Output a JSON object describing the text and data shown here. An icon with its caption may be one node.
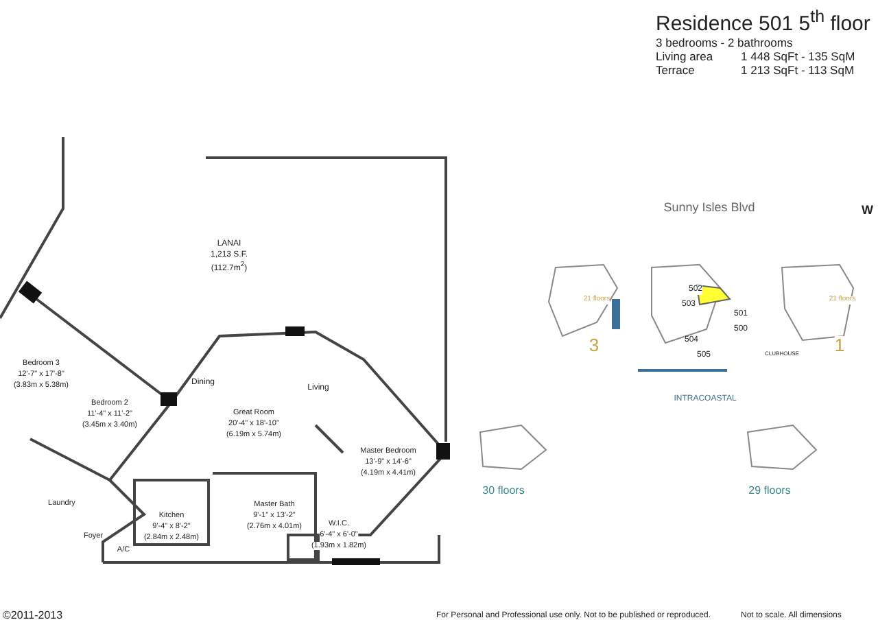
{
  "diagram": {
    "title": "Residence 501 5$^{th}$ floor",
    "labels": [
      "3 bedrooms - 2 bathrooms",
      "Living area",
      "1 448 SqFt - 135 SqM",
      "Terrace",
      "1 213 SqFt - 113 SqM",
      "LANAI",
      "1,213 S.F.",
      "(112.7m$^{2}$)",
      "Bedroom 3",
      "12'-7\" x 17'-8\"",
      "(3.83m x 5.38m)",
      "Bedroom 2",
      "11'-4\" x 11'-2\"",
      "(3.45m x 3.40m)",
      "Dining",
      "Living",
      "Great Room",
      "20'-4\" x 18'-10\"",
      "(6.19m x 5.74m)",
      "Master Bedroom",
      "13'-9\" x 14'-6\"",
      "(4.19m x 4.41m)",
      "Laundry",
      "Foyer",
      "A/C",
      "Kitchen",
      "9'-4\" x 8'-2\"",
      "(2.84m x 2.48m)",
      "Master Bath",
      "9'-1\" x 13'-2\"",
      "(2.76m x 4.01m)",
      "W.I.C.",
      "6'-4\" x 6'-0\"",
      "(1.93m x 1.82m)",
      "Sunny Isles Blvd",
      "W",
      "21 floors",
      "3",
      "502",
      "503",
      "501",
      "500",
      "504",
      "505",
      "CLUBHOUSE",
      "21 floors",
      "1",
      "INTRACOASTAL",
      "30 floors",
      "29 floors",
      "©2011-2013",
      "For Personal and Professional use only.  Not to be published or reproduced.",
      "Not to scale.  All dimensions"
    ]
  }
}
